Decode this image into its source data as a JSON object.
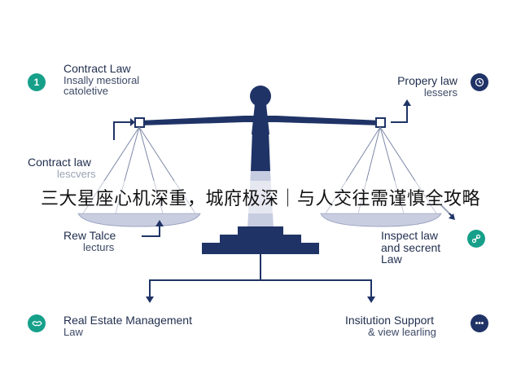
{
  "labels": {
    "top_left": {
      "title": "Contract Law",
      "sub1": "Insally mestioral",
      "sub2": "catoletive"
    },
    "top_right": {
      "title": "Propery law",
      "sub": "lessers"
    },
    "mid_left": {
      "title": "Contract law",
      "sub": "lescvers"
    },
    "lower_left": {
      "title": "Rew Talce",
      "sub": "lecturs"
    },
    "mid_right": {
      "title": "Inspect law",
      "sub1": "and secrent",
      "sub2": "Law"
    },
    "bottom_left": {
      "title": "Real Estate Management",
      "sub": "Law"
    },
    "bottom_right": {
      "title": "Insitution Support",
      "sub": "& view learling"
    }
  },
  "badges": {
    "top_left": "1",
    "bottom_right": "•••"
  },
  "banner_text": "三大星座心机深重，城府极深｜与人交往需谨慎全攻略",
  "colors": {
    "navy": "#1f3366",
    "teal": "#16a08a",
    "pan": "#c9cde0",
    "pillar_light": "#c7cde0"
  },
  "icons": {
    "top_left": "number-one-icon",
    "top_right": "clock-icon",
    "mid_right": "link-icon",
    "bottom_left": "handshake-icon",
    "bottom_right": "more-dots-icon"
  }
}
